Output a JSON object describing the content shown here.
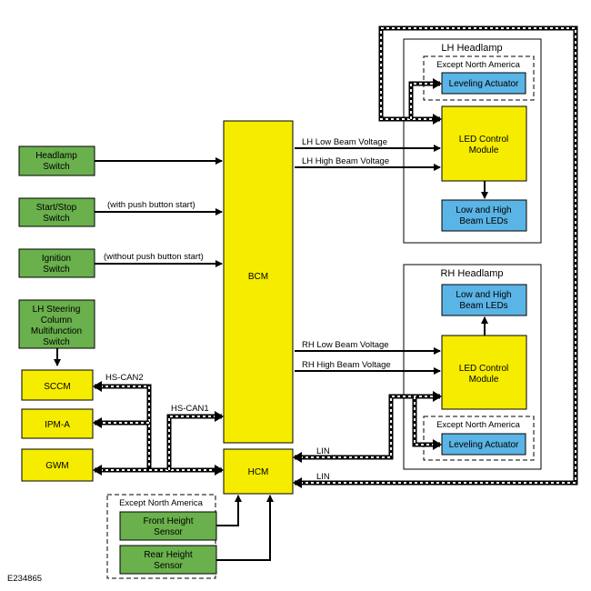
{
  "switches": {
    "headlamp": [
      "Headlamp",
      "Switch"
    ],
    "start_stop": [
      "Start/Stop",
      "Switch"
    ],
    "ignition": [
      "Ignition",
      "Switch"
    ],
    "steering": [
      "LH Steering",
      "Column",
      "Multifunction",
      "Switch"
    ]
  },
  "modules": {
    "bcm": "BCM",
    "hcm": "HCM",
    "sccm": "SCCM",
    "ipma": "IPM-A",
    "gwm": "GWM"
  },
  "wire_labels": {
    "push_button": "(with push button start)",
    "no_push_button": "(without push button start)",
    "hs_can2": "HS-CAN2",
    "hs_can1": "HS-CAN1",
    "lh_low": "LH Low Beam Voltage",
    "lh_high": "LH High Beam Voltage",
    "rh_low": "RH Low Beam Voltage",
    "rh_high": "RH High Beam Voltage",
    "lin_rh": "LIN",
    "lin_lh": "LIN"
  },
  "lh_headlamp": {
    "title": "LH Headlamp",
    "region": "Except North America",
    "actuator": "Leveling Actuator",
    "control": [
      "LED Control",
      "Module"
    ],
    "leds": [
      "Low and High",
      "Beam LEDs"
    ]
  },
  "rh_headlamp": {
    "title": "RH Headlamp",
    "region": "Except North America",
    "actuator": "Leveling Actuator",
    "control": [
      "LED Control",
      "Module"
    ],
    "leds": [
      "Low and High",
      "Beam LEDs"
    ]
  },
  "sensors": {
    "region": "Except North America",
    "front": [
      "Front Height",
      "Sensor"
    ],
    "rear": [
      "Rear Height",
      "Sensor"
    ]
  },
  "figure_id": "E234865"
}
